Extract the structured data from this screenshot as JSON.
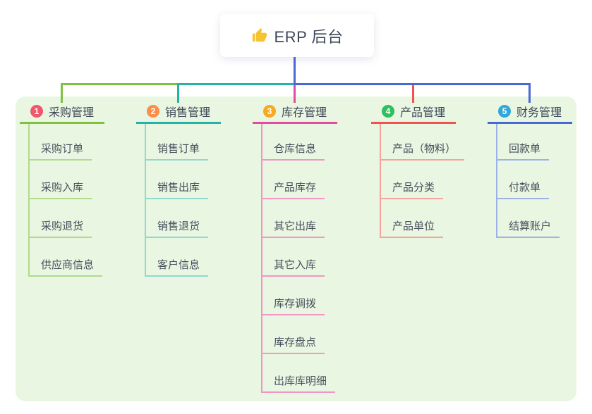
{
  "root": {
    "title": "ERP 后台",
    "icon": "thumbs-up"
  },
  "colors": {
    "page_bg": "#ffffff",
    "panel_bg": "#e9f6e1",
    "stem": "#4c68d4",
    "text_dark": "#3d4757",
    "child_text": "#46505e",
    "thumb": "#f6c331"
  },
  "branches": [
    {
      "num": "1",
      "label": "采购管理",
      "badge_color": "#f2566b",
      "line_color": "#80c140",
      "child_line_color": "#b2da8b",
      "children": [
        "采购订单",
        "采购入库",
        "采购退货",
        "供应商信息"
      ]
    },
    {
      "num": "2",
      "label": "销售管理",
      "badge_color": "#fb8e4b",
      "line_color": "#26b3a7",
      "child_line_color": "#8fd9cf",
      "children": [
        "销售订单",
        "销售出库",
        "销售退货",
        "客户信息"
      ]
    },
    {
      "num": "3",
      "label": "库存管理",
      "badge_color": "#f8a922",
      "line_color": "#e24b9f",
      "child_line_color": "#f295c5",
      "children": [
        "仓库信息",
        "产品库存",
        "其它出库",
        "其它入库",
        "库存调拨",
        "库存盘点",
        "出库库明细"
      ]
    },
    {
      "num": "4",
      "label": "产品管理",
      "badge_color": "#2fbe60",
      "line_color": "#ef5350",
      "child_line_color": "#f8a29c",
      "children": [
        "产品（物料）",
        "产品分类",
        "产品单位"
      ]
    },
    {
      "num": "5",
      "label": "财务管理",
      "badge_color": "#30a8da",
      "line_color": "#4868d2",
      "child_line_color": "#9cb2e6",
      "children": [
        "回款单",
        "付款单",
        "结算账户"
      ]
    }
  ]
}
